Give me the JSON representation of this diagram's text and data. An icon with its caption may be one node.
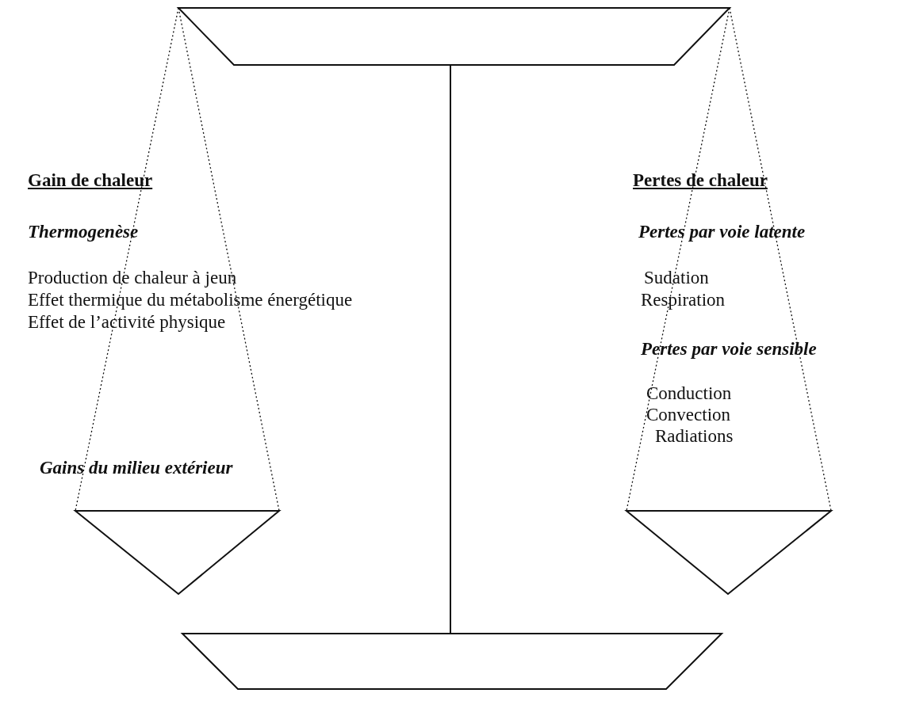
{
  "diagram": {
    "labels": [
      "Gain de chaleur",
      "Thermogenèse",
      "Production de chaleur à jeun",
      "Effet thermique du métabolisme énergétique",
      "Effet de l’activité physique",
      "Gains du milieu extérieur",
      "Pertes de chaleur",
      "Pertes par voie latente",
      "Sudation",
      "Respiration",
      "Pertes par voie sensible",
      "Conduction",
      "Convection",
      "Radiations"
    ]
  }
}
